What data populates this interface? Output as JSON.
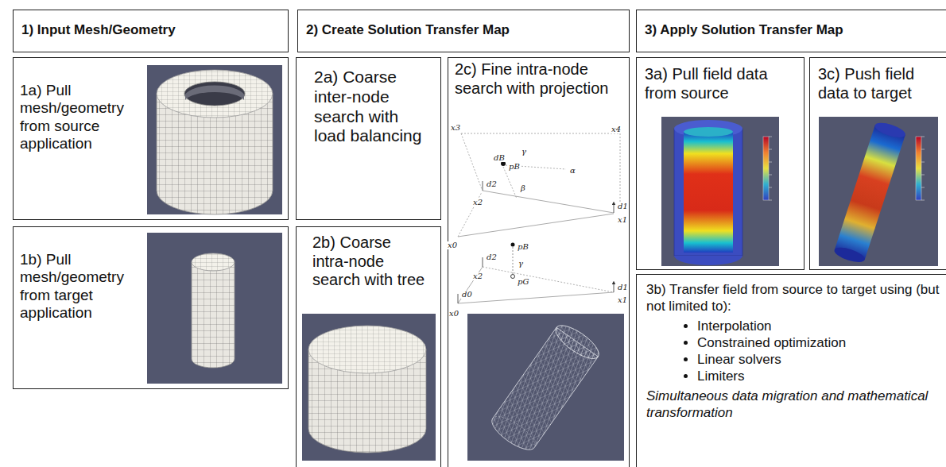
{
  "diagram": {
    "nodes": [
      {
        "text": [
          "1) Input Mesh/Geometry"
        ]
      },
      {
        "text": [
          "2) Create Solution Transfer Map"
        ]
      },
      {
        "text": [
          "3) Apply Solution Transfer Map"
        ]
      },
      {
        "text": [
          "1a) Pull mesh/geometry from source application"
        ]
      },
      {
        "text": [
          "2a) Coarse inter-node search with load balancing"
        ]
      },
      {
        "text": [
          "2c) Fine intra-node search with projection"
        ]
      },
      {
        "text": [
          "3a) Pull field data from source"
        ]
      },
      {
        "text": [
          "3c) Push field data to target"
        ]
      },
      {
        "text": [
          "1b) Pull mesh/geometry from target application"
        ]
      },
      {
        "text": [
          "2b) Coarse intra-node search with tree"
        ]
      },
      {
        "text": [
          "3b) Transfer field from source to target using (but not limited to):",
          "Interpolation",
          "Constrained optimization",
          "Linear solvers",
          "Limiters",
          "Simultaneous data migration and mathematical transformation"
        ]
      }
    ],
    "labels": [
      "x3",
      "x4",
      "dB",
      "pB",
      "γ",
      "α",
      "β",
      "d2",
      "x2",
      "d1",
      "x1",
      "x0",
      "pB",
      "d2",
      "x2",
      "γ",
      "pG",
      "d1",
      "x1",
      "d0",
      "x0"
    ]
  }
}
